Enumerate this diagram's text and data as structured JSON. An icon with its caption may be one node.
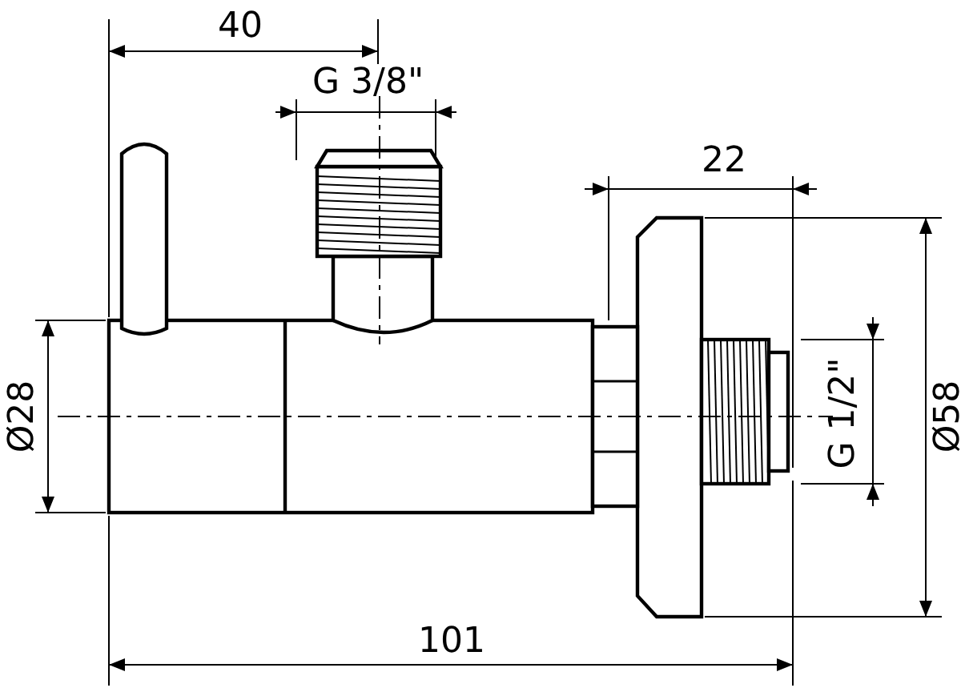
{
  "diagram": {
    "labels": [
      "40",
      "G 3/8\"",
      "22",
      "Ø28",
      "G 1/2\"",
      "Ø58",
      "101"
    ]
  }
}
